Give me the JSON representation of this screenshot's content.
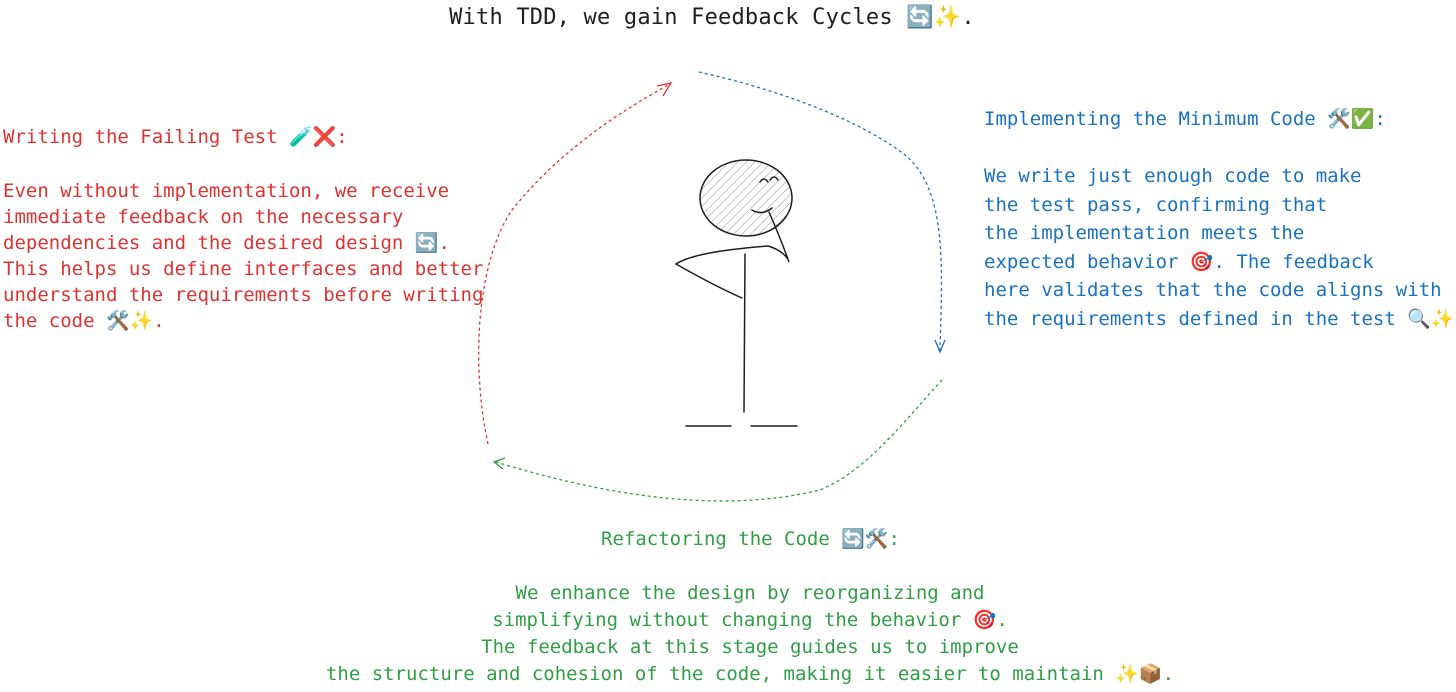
{
  "title": "With TDD, we gain Feedback Cycles 🔄✨.",
  "colors": {
    "red": "#e03131",
    "blue": "#1971c2",
    "green": "#2f9e44",
    "ink": "#1e1e1e"
  },
  "notes": {
    "failing_test": {
      "heading": "Writing the Failing Test 🧪❌:",
      "lines": [
        "Even without implementation, we receive",
        "immediate feedback on the necessary",
        "dependencies and the desired design 🔄.",
        "This helps us define interfaces and better",
        "understand the requirements before writing",
        "the code 🛠️✨."
      ]
    },
    "minimum_code": {
      "heading": "Implementing the Minimum Code 🛠️✅:",
      "lines": [
        "We write just enough code to make",
        "the test pass, confirming that",
        "the implementation meets the",
        "expected behavior 🎯. The feedback",
        "here validates that the code aligns with",
        "the requirements defined in the test 🔍✨."
      ]
    },
    "refactoring": {
      "heading": "Refactoring the Code 🔄🛠️:",
      "lines": [
        "We enhance the design by reorganizing and",
        "simplifying without changing the behavior 🎯.",
        "The feedback at this stage guides us to improve",
        "the structure and cohesion of the code, making it easier to maintain ✨📦."
      ]
    }
  }
}
